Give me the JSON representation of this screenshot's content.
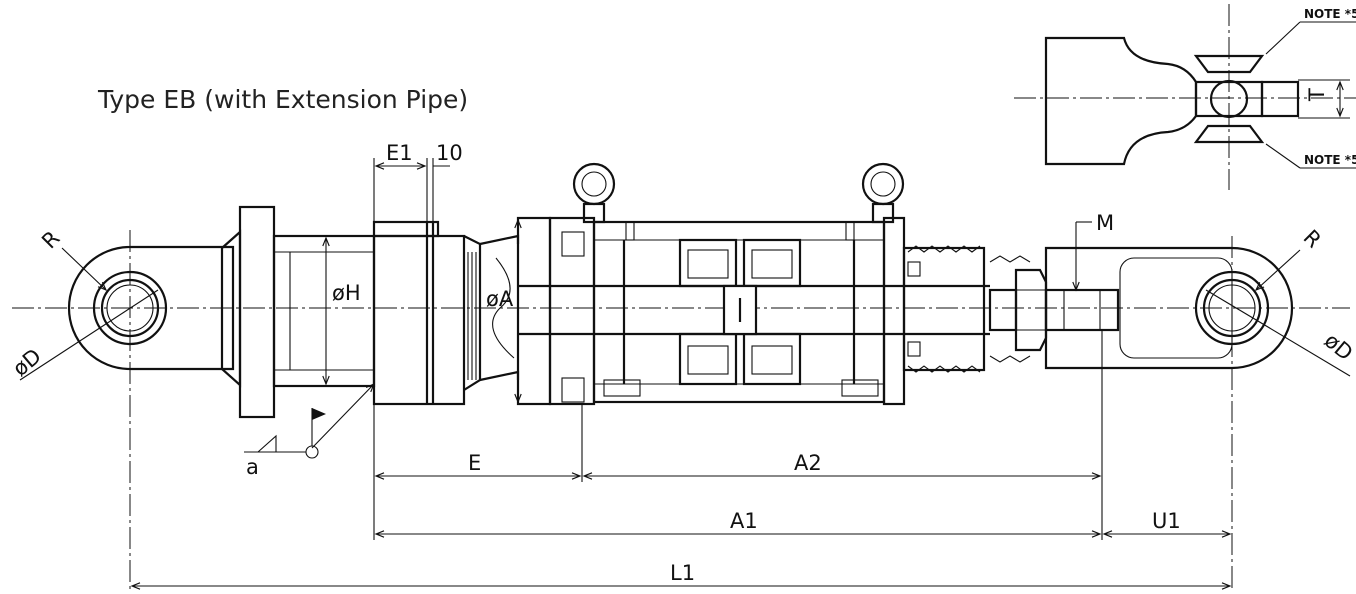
{
  "title": "Type EB (with Extension Pipe)",
  "dimensions": {
    "e1": "E1",
    "ten": "10",
    "r_left": "R",
    "r_right": "R",
    "d_left": "øD",
    "d_right": "øD",
    "h": "øH",
    "a": "øA",
    "m": "M",
    "e": "E",
    "a2": "A2",
    "a1": "A1",
    "u1": "U1",
    "l1": "L1",
    "t": "T",
    "weld_a": "a"
  },
  "notes": {
    "note_top": "NOTE *5",
    "note_bottom": "NOTE *5"
  }
}
